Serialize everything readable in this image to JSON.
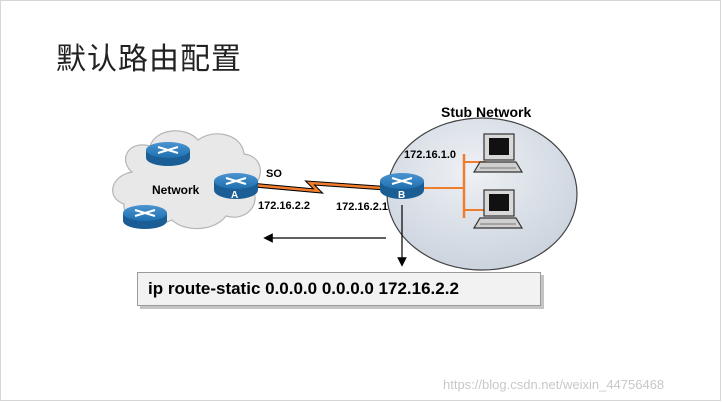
{
  "slide": {
    "title": "默认路由配置",
    "watermark": "https://blog.csdn.net/weixin_44756468"
  },
  "diagram": {
    "stub_network_label": "Stub Network",
    "network_label": "Network",
    "serial_interface_label": "SO",
    "router_a": {
      "letter": "A",
      "ip": "172.16.2.2"
    },
    "router_b": {
      "letter": "B",
      "ip": "172.16.2.1"
    },
    "stub_subnet": "172.16.1.0",
    "colors": {
      "router_blue": "#1f6fb0",
      "link_orange": "#f07d2e",
      "cloud_fill": "#e8e8e8",
      "stub_fill": "#d7dde6"
    }
  },
  "command": {
    "text": "ip route-static 0.0.0.0 0.0.0.0 172.16.2.2"
  }
}
